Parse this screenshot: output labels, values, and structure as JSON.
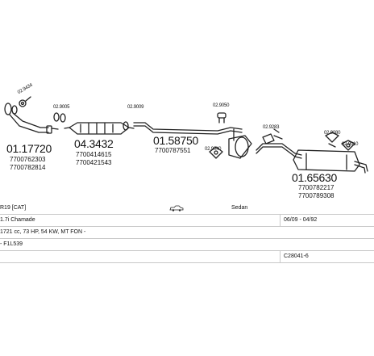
{
  "parts": [
    {
      "id": "p1",
      "ref": "01.17720",
      "oems": [
        "7700762303",
        "7700782814"
      ]
    },
    {
      "id": "p2",
      "ref": "04.3432",
      "oems": [
        "7700414615",
        "7700421543"
      ]
    },
    {
      "id": "p3",
      "ref": "01.58750",
      "oems": [
        "7700787551"
      ]
    },
    {
      "id": "p4",
      "ref": "01.65630",
      "oems": [
        "7700782217",
        "7700789308"
      ]
    }
  ],
  "fittings": {
    "f1": "02.9434",
    "f2": "02.9005",
    "f3": "02.9009",
    "f4": "02.9050",
    "f5": "02.9040",
    "f6": "02.9283",
    "f7": "02.9080",
    "f8": "02.9010"
  },
  "info": {
    "model": "R19 [CAT]",
    "body": "Sedan",
    "engine": "1.7i Chamade",
    "years": "06/09 - 04/92",
    "spec": "1721 cc, 73 HP, 54 KW, MT FON -",
    "engine_code": "- F1L539",
    "code": "C28041-6"
  }
}
